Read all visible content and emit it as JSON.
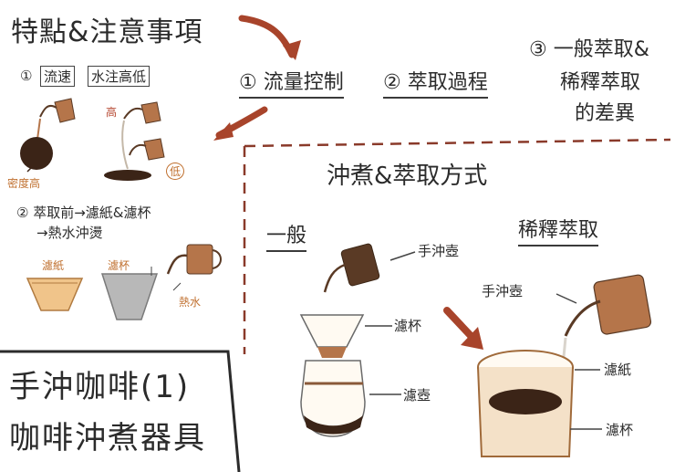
{
  "header": {
    "title": "特點&注意事項",
    "topic1": "① 流量控制",
    "topic2": "② 萃取過程",
    "topic3_line1": "③ 一般萃取&",
    "topic3_line2": "稀釋萃取",
    "topic3_line3": "的差異"
  },
  "left_section": {
    "item1_num": "①",
    "item1_tag1": "流速",
    "item1_tag2": "水注高低",
    "high_label": "高",
    "low_label": "低",
    "density_label": "密度高",
    "item2_line1": "② 萃取前→濾紙&濾杯",
    "item2_line2": "→熱水沖燙",
    "filter_paper_label": "濾紙",
    "filter_cup_label": "濾杯",
    "hot_water_label": "熱水"
  },
  "right_section": {
    "heading": "沖煮&萃取方式",
    "general_label": "一般",
    "dilution_label": "稀釋萃取",
    "kettle_left": "手沖壺",
    "cup_left": "濾杯",
    "pot_left": "濾壺",
    "kettle_right": "手沖壺",
    "paper_right": "濾紙",
    "cup_right": "濾杯"
  },
  "footer": {
    "line1": "手沖咖啡(1)",
    "line2": "咖啡沖煮器具"
  },
  "colors": {
    "arrow_red": "#a8442b",
    "coffee_brown": "#3b2417",
    "kettle_tan": "#b5754a",
    "dashed_line": "#8a3a2a"
  }
}
